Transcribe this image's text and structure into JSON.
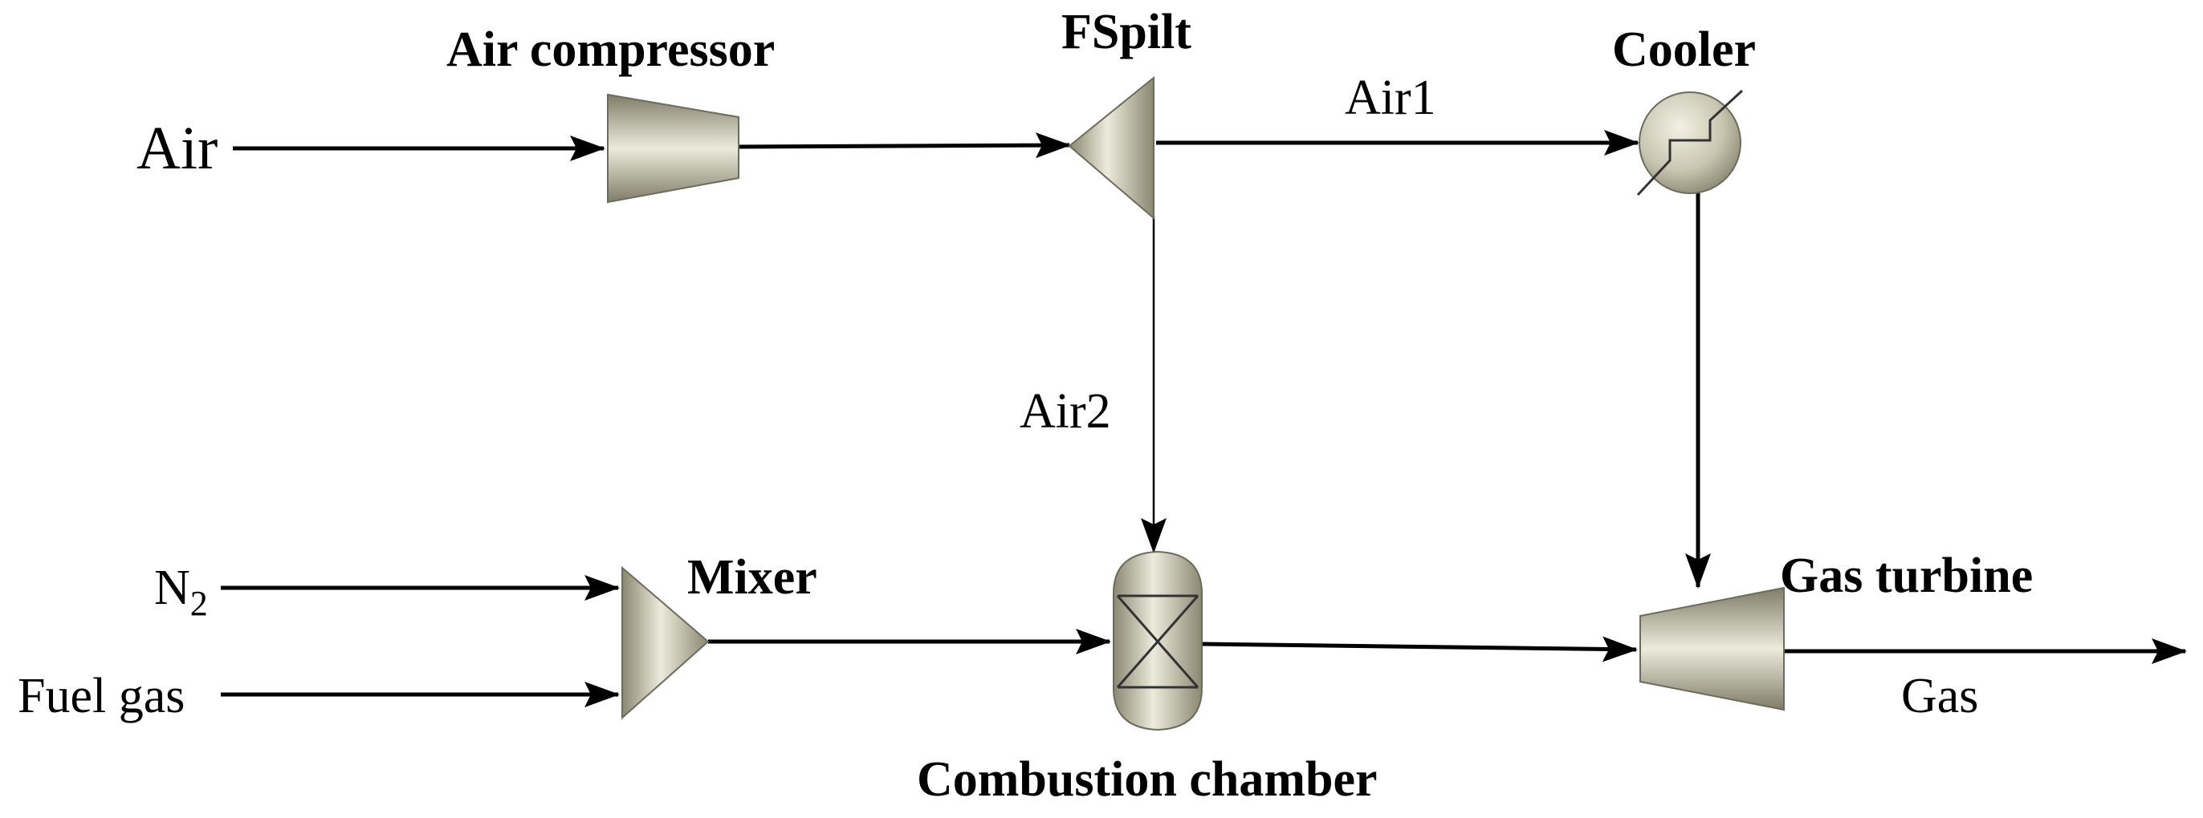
{
  "units": {
    "air_compressor": "Air compressor",
    "fsplit": "FSpilt",
    "cooler": "Cooler",
    "mixer": "Mixer",
    "combustion_chamber": "Combustion chamber",
    "gas_turbine": "Gas turbine"
  },
  "streams": {
    "air": "Air",
    "air1": "Air1",
    "air2": "Air2",
    "n2_base": "N",
    "n2_subscript": "2",
    "fuel_gas": "Fuel gas",
    "gas": "Gas"
  },
  "colors": {
    "unit_light": "#ecebdc",
    "unit_mid": "#b9b7a0",
    "unit_dark": "#7f7d68",
    "line": "#000000"
  }
}
